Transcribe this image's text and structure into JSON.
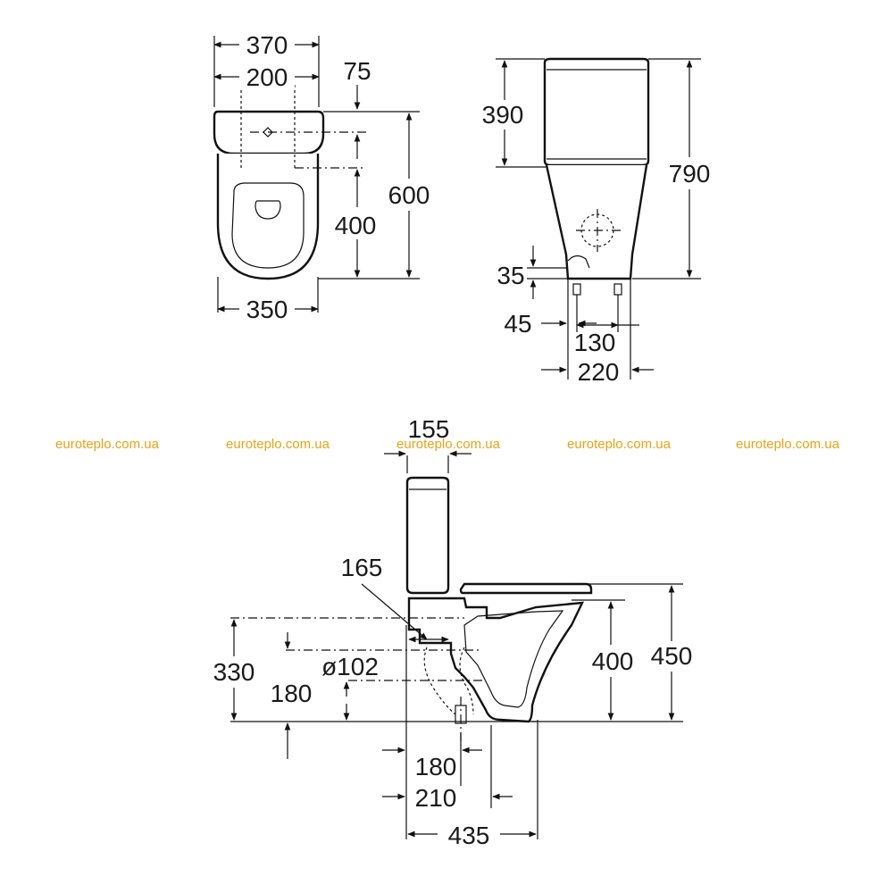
{
  "top_view": {
    "dims": {
      "d370": "370",
      "d200": "200",
      "d75": "75",
      "d600": "600",
      "d400": "400",
      "d350": "350"
    }
  },
  "front_view": {
    "dims": {
      "d390": "390",
      "d790": "790",
      "d35": "35",
      "d45": "45",
      "d130": "130",
      "d220": "220"
    }
  },
  "side_view": {
    "dims": {
      "d155": "155",
      "d165": "165",
      "d330": "330",
      "d102": "ø102",
      "d180a": "180",
      "d400": "400",
      "d450": "450",
      "d180b": "180",
      "d210": "210",
      "d435": "435"
    }
  },
  "watermarks": [
    "euroteplo.com.ua",
    "euroteplo.com.ua",
    "euroteplo.com.ua",
    "euroteplo.com.ua",
    "euroteplo.com.ua"
  ],
  "colors": {
    "line": "#111111",
    "watermark": "#e8a317",
    "text": "#1a1a1a"
  }
}
